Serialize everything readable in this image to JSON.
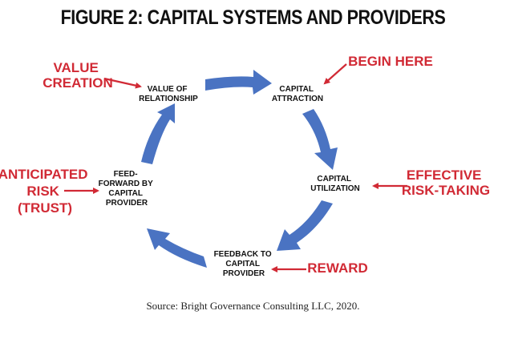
{
  "title": "FIGURE 2: CAPITAL SYSTEMS AND PROVIDERS",
  "colors": {
    "cycle_arrow": "#4a73c2",
    "label_red": "#d12a35",
    "text": "#111111"
  },
  "nodes": {
    "value_of_relationship": [
      "VALUE OF",
      "RELATIONSHIP"
    ],
    "capital_attraction": [
      "CAPITAL",
      "ATTRACTION"
    ],
    "capital_utilization": [
      "CAPITAL",
      "UTILIZATION"
    ],
    "feedback_to_capital_provider": [
      "FEEDBACK TO",
      "CAPITAL",
      "PROVIDER"
    ],
    "feed_forward_by_capital_provider": [
      "FEED-",
      "FORWARD BY",
      "CAPITAL",
      "PROVIDER"
    ]
  },
  "labels": {
    "value_creation": [
      "VALUE",
      "CREATION"
    ],
    "begin_here": [
      "BEGIN HERE"
    ],
    "effective_risk_taking": [
      "EFFECTIVE",
      "RISK-TAKING"
    ],
    "reward": [
      "REWARD"
    ],
    "anticipated_risk": [
      "ANTICIPATED",
      "RISK",
      "(TRUST)"
    ]
  },
  "source": "Source: Bright Governance Consulting LLC, 2020."
}
